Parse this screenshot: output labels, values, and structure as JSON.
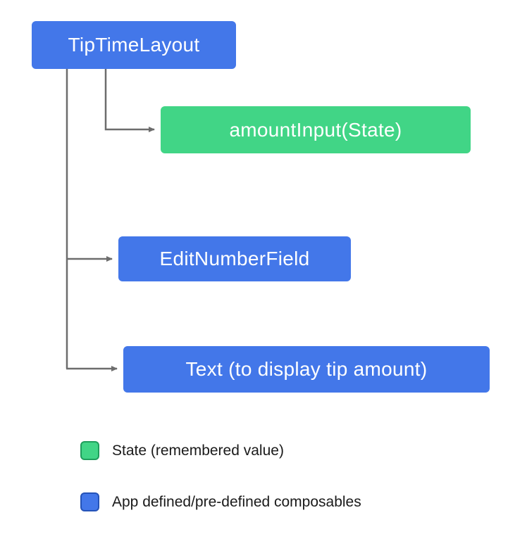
{
  "diagram": {
    "root": {
      "label": "TipTimeLayout",
      "type": "composable"
    },
    "children": [
      {
        "label": "amountInput(State)",
        "type": "state"
      },
      {
        "label": "EditNumberField",
        "type": "composable"
      },
      {
        "label": "Text (to display tip amount)",
        "type": "composable"
      }
    ],
    "legend": [
      {
        "label": "State (remembered value)",
        "color": "#41d586"
      },
      {
        "label": "App defined/pre-defined composables",
        "color": "#4377e9"
      }
    ],
    "colors": {
      "composable_blue": "#4377e9",
      "state_green": "#41d586",
      "arrow_gray": "#6d6d6d"
    }
  }
}
